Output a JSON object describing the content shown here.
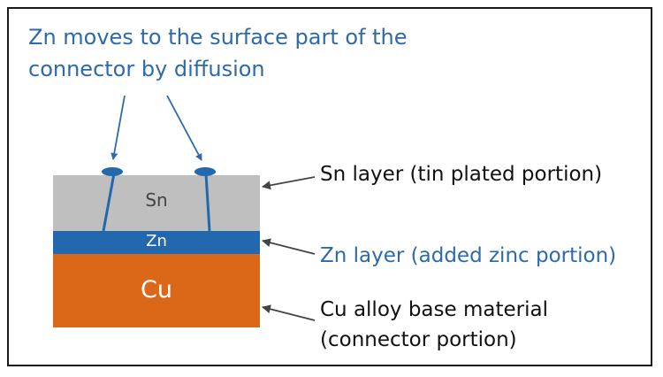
{
  "headline": {
    "line1": "Zn moves to the surface part of the",
    "line2": "connector by diffusion"
  },
  "layers": {
    "sn": {
      "label": "Sn",
      "color": "#c0bfc0",
      "text_color": "#444444"
    },
    "zn": {
      "label": "Zn",
      "color": "#2168ae",
      "text_color": "#ffffff"
    },
    "cu": {
      "label": "Cu",
      "color": "#db6718",
      "text_color": "#ffffff"
    }
  },
  "callouts": {
    "sn": "Sn layer (tin plated portion)",
    "zn": "Zn layer (added zinc portion)",
    "cu_line1": "Cu alloy base material",
    "cu_line2": "(connector portion)"
  },
  "colors": {
    "accent_blue": "#2c6aad",
    "arrow_gray": "#444444",
    "border": "#1a1a1a"
  }
}
